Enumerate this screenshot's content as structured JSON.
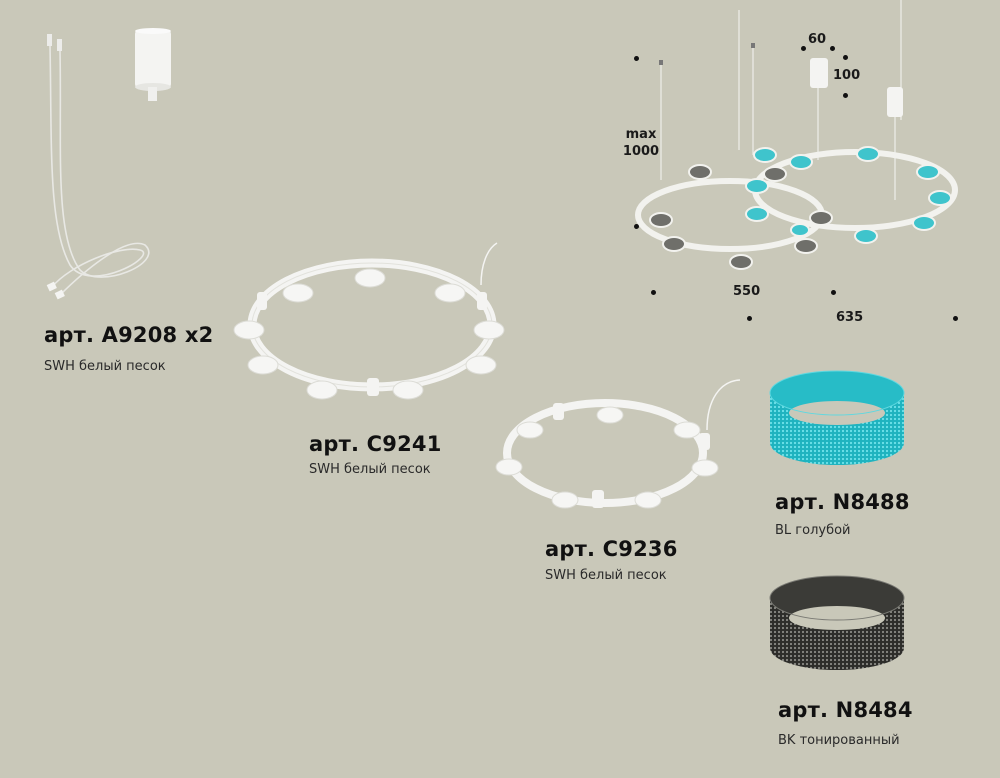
{
  "colors": {
    "background": "#c9c8b9",
    "fixture_white": "#f4f4f2",
    "crystal_blue": "#2fc1cc",
    "crystal_smoke": "#4a4a46",
    "text": "#111111"
  },
  "products": [
    {
      "id": "a9208",
      "title": "арт. A9208 x2",
      "subtitle": "SWH белый песок",
      "image": "suspension-kit-icon"
    },
    {
      "id": "c9241",
      "title": "арт. C9241",
      "subtitle": "SWH белый песок",
      "image": "large-ring-frame-icon"
    },
    {
      "id": "c9236",
      "title": "арт. C9236",
      "subtitle": "SWH белый песок",
      "image": "small-ring-frame-icon"
    },
    {
      "id": "n8488",
      "title": "арт. N8488",
      "subtitle": "BL голубой",
      "image": "blue-crystal-ring-icon"
    },
    {
      "id": "n8484",
      "title": "арт. N8484",
      "subtitle": "BK тонированный",
      "image": "smoke-crystal-ring-icon"
    }
  ],
  "dimensions": {
    "canopy_width": "60",
    "canopy_height": "100",
    "max_height_label": "max",
    "max_height_value": "1000",
    "small_ring_diameter": "550",
    "large_ring_diameter": "635"
  }
}
